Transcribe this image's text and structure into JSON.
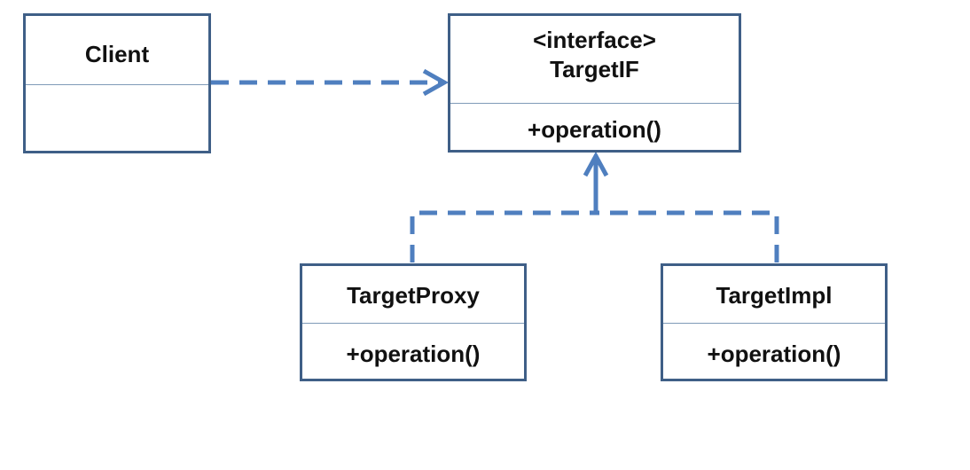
{
  "colors": {
    "box_border": "#3f5f87",
    "divider": "#7f9ab8",
    "connector": "#4f7fbf",
    "text": "#111111"
  },
  "classes": {
    "client": {
      "name": "Client",
      "operation": ""
    },
    "target_if": {
      "stereotype": "<interface>",
      "name": "TargetIF",
      "operation": "+operation()"
    },
    "target_proxy": {
      "name": "TargetProxy",
      "operation": "+operation()"
    },
    "target_impl": {
      "name": "TargetImpl",
      "operation": "+operation()"
    }
  }
}
